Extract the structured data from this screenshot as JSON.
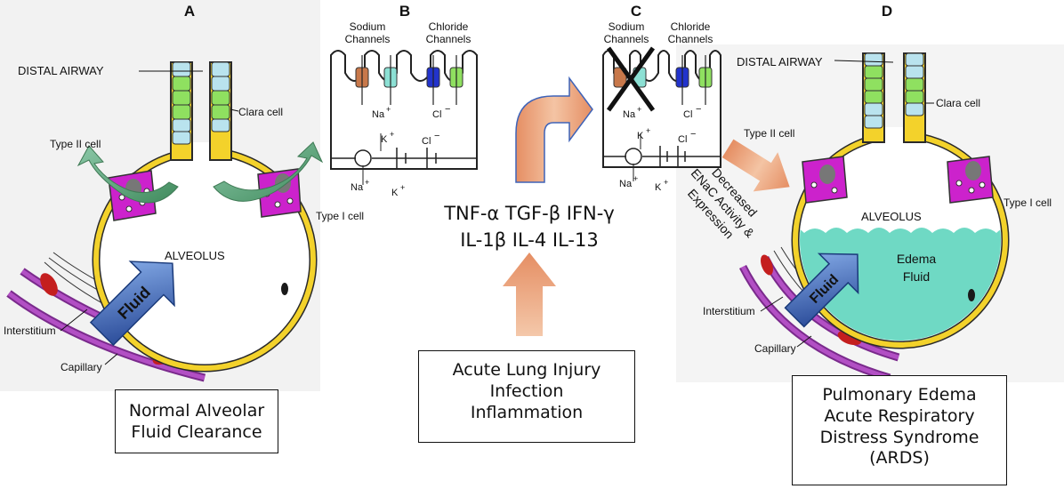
{
  "panels": {
    "a": {
      "letter": "A",
      "distal_airway": "DISTAL AIRWAY",
      "clara_cell": "Clara cell",
      "type2_cell": "Type II cell",
      "alveolus": "ALVEOLUS",
      "type1_cell": "Type I cell",
      "fluid": "Fluid",
      "interstitium": "Interstitium",
      "capillary": "Capillary"
    },
    "b": {
      "letter": "B",
      "sodium_channels": [
        "Sodium",
        "Channels"
      ],
      "chloride_channels": [
        "Chloride",
        "Channels"
      ],
      "na": "Na",
      "cl": "Cl",
      "k": "K",
      "plus": "+",
      "minus": "−"
    },
    "c": {
      "letter": "C",
      "sodium_channels": [
        "Sodium",
        "Channels"
      ],
      "chloride_channels": [
        "Chloride",
        "Channels"
      ],
      "na": "Na",
      "cl": "Cl",
      "k": "K",
      "plus": "+",
      "minus": "−",
      "enac_text": [
        "Decreased",
        "ENaC Activity &",
        "Expression"
      ]
    },
    "d": {
      "letter": "D",
      "distal_airway": "DISTAL AIRWAY",
      "clara_cell": "Clara cell",
      "type2_cell": "Type II cell",
      "alveolus": "ALVEOLUS",
      "type1_cell": "Type I cell",
      "edema_fluid": [
        "Edema",
        "Fluid"
      ],
      "fluid": "Fluid",
      "interstitium": "Interstitium",
      "capillary": "Capillary"
    }
  },
  "cytokines": [
    "TNF-α TGF-β IFN-γ",
    "IL-1β IL-4 IL-13"
  ],
  "boxes": {
    "normal": [
      "Normal Alveolar",
      "Fluid Clearance"
    ],
    "injury": [
      "Acute Lung Injury",
      "Infection",
      "Inflammation"
    ],
    "ards": [
      "Pulmonary Edema",
      "Acute Respiratory",
      "Distress Syndrome",
      "(ARDS)"
    ]
  },
  "colors": {
    "alveolus_wall": "#f3d22b",
    "type2_cell": "#cc22cc",
    "airway_green": "#8fe060",
    "fluid_arrow": "#2a5fb8",
    "green_arrow": "#5a9a72",
    "peach_arrow": "#e9a57f",
    "edema": "#6fd9c4",
    "rbc": "#c41e1e",
    "capillary": "#7a2a8c"
  }
}
